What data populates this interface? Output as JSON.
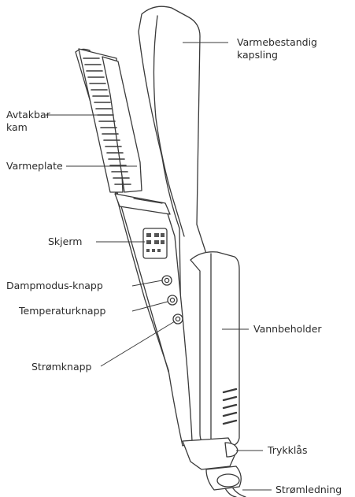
{
  "labels": {
    "housing": "Varmebestandig\nkapsling",
    "comb": "Avtakbar\nkam",
    "plate": "Varmeplate",
    "display": "Skjerm",
    "steam_button": "Dampmodus-knapp",
    "temp_button": "Temperaturknapp",
    "power_button": "Strømknapp",
    "water_tank": "Vannbeholder",
    "press_lock": "Trykklås",
    "power_cord": "Strømledning"
  },
  "colors": {
    "line": "#3a3a3a",
    "fill": "#ffffff",
    "shade": "#d9d9d9",
    "dark": "#555555"
  }
}
